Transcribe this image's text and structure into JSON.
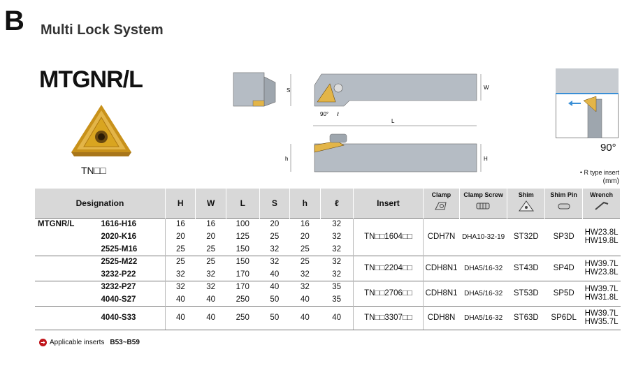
{
  "section": {
    "letter": "B",
    "title": "Multi Lock System"
  },
  "model": "MTGNR/L",
  "insert_code": "TN□□",
  "dims": {
    "S": "S",
    "W": "W",
    "L": "L",
    "h": "h",
    "H": "H",
    "ell": "ℓ",
    "angle90": "90°"
  },
  "angle": "90°",
  "notes": {
    "r_type": "• R type insert",
    "unit": "(mm)"
  },
  "headers": {
    "designation": "Designation",
    "H": "H",
    "W": "W",
    "L": "L",
    "S": "S",
    "h": "h",
    "ell": "ℓ",
    "insert": "Insert",
    "clamp": "Clamp",
    "clamp_screw": "Clamp Screw",
    "shim": "Shim",
    "shim_pin": "Shim Pin",
    "wrench": "Wrench"
  },
  "row_label": "MTGNR/L",
  "rows": [
    {
      "d": "1616-H16",
      "H": "16",
      "W": "16",
      "L": "100",
      "S": "20",
      "h": "16",
      "l": "32"
    },
    {
      "d": "2020-K16",
      "H": "20",
      "W": "20",
      "L": "125",
      "S": "25",
      "h": "20",
      "l": "32"
    },
    {
      "d": "2525-M16",
      "H": "25",
      "W": "25",
      "L": "150",
      "S": "32",
      "h": "25",
      "l": "32"
    },
    {
      "d": "2525-M22",
      "H": "25",
      "W": "25",
      "L": "150",
      "S": "32",
      "h": "25",
      "l": "32"
    },
    {
      "d": "3232-P22",
      "H": "32",
      "W": "32",
      "L": "170",
      "S": "40",
      "h": "32",
      "l": "32"
    },
    {
      "d": "3232-P27",
      "H": "32",
      "W": "32",
      "L": "170",
      "S": "40",
      "h": "32",
      "l": "35"
    },
    {
      "d": "4040-S27",
      "H": "40",
      "W": "40",
      "L": "250",
      "S": "50",
      "h": "40",
      "l": "35"
    },
    {
      "d": "4040-S33",
      "H": "40",
      "W": "40",
      "L": "250",
      "S": "50",
      "h": "40",
      "l": "40"
    }
  ],
  "groups": [
    {
      "insert": "TN□□1604□□",
      "clamp": "CDH7N",
      "screw": "DHA10-32-19",
      "shim": "ST32D",
      "pin": "SP3D",
      "w1": "HW23.8L",
      "w2": "HW19.8L"
    },
    {
      "insert": "TN□□2204□□",
      "clamp": "CDH8N1",
      "screw": "DHA5/16-32",
      "shim": "ST43D",
      "pin": "SP4D",
      "w1": "HW39.7L",
      "w2": "HW23.8L"
    },
    {
      "insert": "TN□□2706□□",
      "clamp": "CDH8N1",
      "screw": "DHA5/16-32",
      "shim": "ST53D",
      "pin": "SP5D",
      "w1": "HW39.7L",
      "w2": "HW31.8L"
    },
    {
      "insert": "TN□□3307□□",
      "clamp": "CDH8N",
      "screw": "DHA5/16-32",
      "shim": "ST63D",
      "pin": "SP6DL",
      "w1": "HW39.7L",
      "w2": "HW35.7L"
    }
  ],
  "footer": {
    "text": "Applicable inserts",
    "pages": "B53~B59"
  },
  "colors": {
    "header_bg": "#d8d8d8",
    "holder": "#b5bcc4",
    "insert_gold": "#d9a520",
    "accent_red": "#c0151b",
    "blue": "#3a8fd6"
  }
}
